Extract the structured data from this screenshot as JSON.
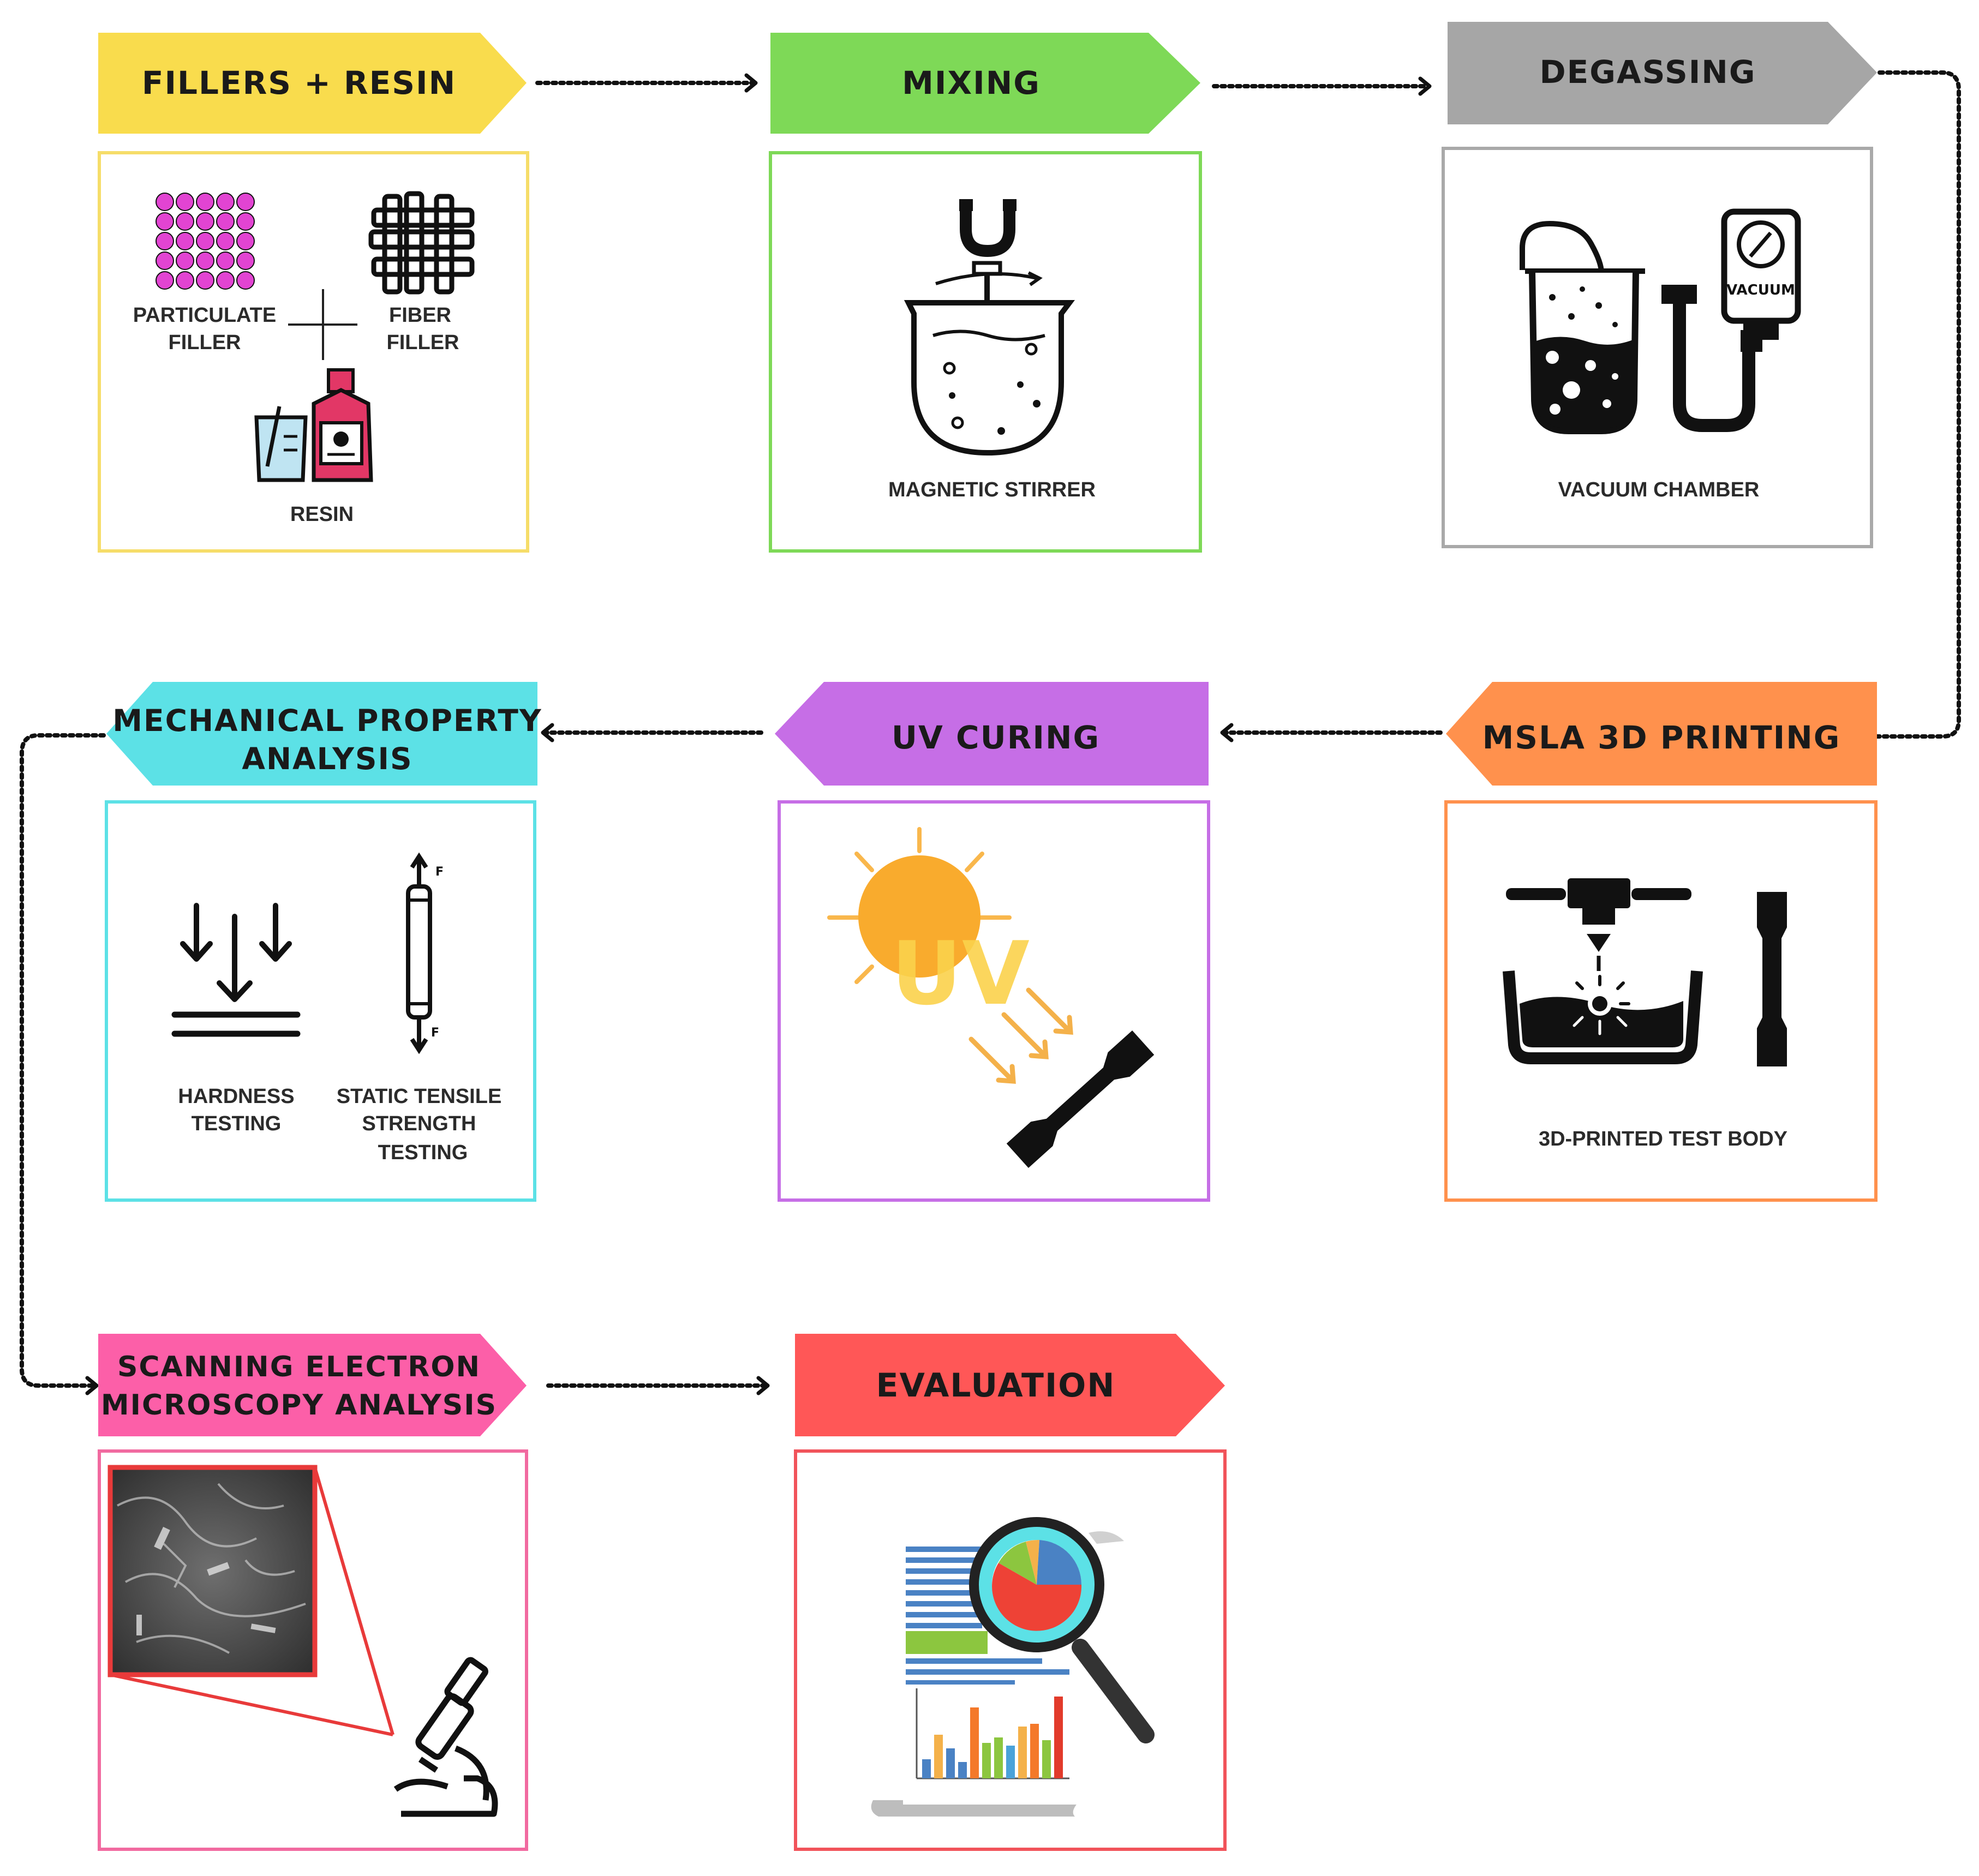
{
  "steps": [
    {
      "id": "fillers-resin",
      "title": "FILLERS + RESIN",
      "color": "#f9dc4d",
      "border": "#f6dd69"
    },
    {
      "id": "mixing",
      "title": "MIXING",
      "color": "#7ed957",
      "border": "#7ed957",
      "caption": "MAGNETIC STIRRER"
    },
    {
      "id": "degassing",
      "title": "DEGASSING",
      "color": "#a6a6a6",
      "border": "#a9a9a9",
      "caption": "VACUUM CHAMBER"
    },
    {
      "id": "msla",
      "title": "MSLA 3D PRINTING",
      "color": "#ff914d",
      "border": "#ff914d",
      "caption": "3D-PRINTED TEST BODY"
    },
    {
      "id": "uv",
      "title": "UV CURING",
      "color": "#c66ee6",
      "border": "#c66ee6"
    },
    {
      "id": "mech",
      "title": "MECHANICAL PROPERTY",
      "title2": "ANALYSIS",
      "color": "#5ce1e6",
      "border": "#5ce1e6"
    },
    {
      "id": "sem",
      "title": "SCANNING ELECTRON",
      "title2": "MICROSCOPY ANALYSIS",
      "color": "#fc5fa8",
      "border": "#f16aa0"
    },
    {
      "id": "eval",
      "title": "EVALUATION",
      "color": "#ff5757",
      "border": "#f1535a"
    }
  ],
  "fillers_box": {
    "particulate_line1": "PARTICULATE",
    "particulate_line2": "FILLER",
    "fiber_line1": "FIBER",
    "fiber_line2": "FILLER",
    "resin": "RESIN"
  },
  "mech_box": {
    "hardness_line1": "HARDNESS",
    "hardness_line2": "TESTING",
    "tensile_line1": "STATIC TENSILE",
    "tensile_line2": "STRENGTH",
    "tensile_line3": "TESTING",
    "force_label": "F"
  },
  "uv_box": {
    "uv_label": "UV"
  },
  "degassing_box": {
    "gauge_label": "VACUUM"
  },
  "colors": {
    "icon": "#111111",
    "particle": "#e244d2",
    "resin_bottle": "#e23766",
    "sun": "#f9ab2d",
    "uv_text": "#fbd24c",
    "arrow_ray": "#f4b14a",
    "sem_frame": "#e83a3a"
  }
}
